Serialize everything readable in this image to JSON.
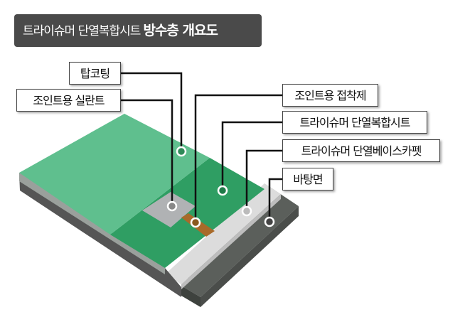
{
  "title": {
    "normal": "트라이슈머 단열복합시트",
    "bold": "방수층 개요도"
  },
  "labels": {
    "top_coating": "탑코팅",
    "joint_sealant": "조인트용 실란트",
    "joint_adhesive": "조인트용 접착제",
    "composite_sheet": "트라이슈머 단열복합시트",
    "base_carpet": "트라이슈머 단열베이스카펫",
    "substrate": "바탕면"
  },
  "colors": {
    "sheet_light": "#5fbf8e",
    "sheet_dark": "#2f9e63",
    "sealant": "#b0b2b4",
    "adhesive": "#a86a2a",
    "carpet": "#dcdcdc",
    "concrete": "#5b5f5b"
  }
}
